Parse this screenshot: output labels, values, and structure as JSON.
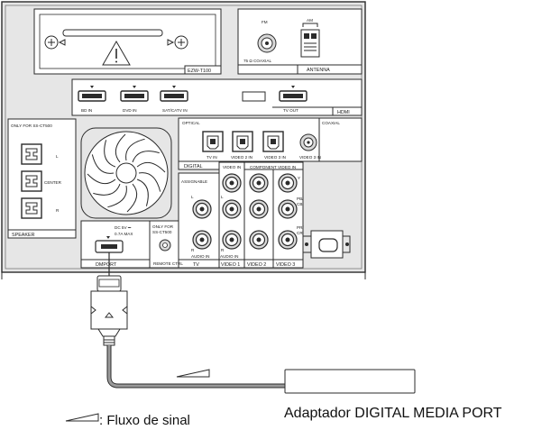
{
  "colors": {
    "panel": "#e6e6e6",
    "outline": "#2b2b2b",
    "cable": "#9a9a9a"
  },
  "module_slot": {
    "label": "EZW-T100"
  },
  "antenna": {
    "label": "ANTENNA",
    "fm_label": "FM",
    "am_label": "AM",
    "coaxial_label": "75 Ω COAXIAL"
  },
  "hdmi": {
    "label": "HDMI",
    "ports": [
      "BD IN",
      "DVD IN",
      "SAT/CATV IN",
      "TV OUT"
    ]
  },
  "digital": {
    "label": "DIGITAL",
    "optical_label": "OPTICAL",
    "coaxial_label": "COAXIAL",
    "optical_ports": [
      "TV IN",
      "VIDEO 2 IN",
      "VIDEO 3 IN"
    ],
    "coaxial_port": "VIDEO 3 IN"
  },
  "speaker": {
    "label": "SPEAKER",
    "note": "ONLY FOR SS-CT500",
    "channels": [
      "L",
      "CENTER",
      "R"
    ]
  },
  "dmport": {
    "label": "DMPORT",
    "rating": "DC 5V ⎓",
    "current": "0.7A MAX"
  },
  "remote": {
    "label": "REMOTE CTRL",
    "note_line1": "ONLY FOR",
    "note_line2": "SS-CT500"
  },
  "audio": {
    "assignable": "ASSIGNABLE",
    "audio_in": "AUDIO IN",
    "left": "L",
    "right": "R"
  },
  "video": {
    "video_in": "VIDEO IN",
    "component": "COMPONENT VIDEO IN",
    "y": "Y",
    "pb": "PB/",
    "cb": "CB",
    "pr": "PR/",
    "cr": "CR"
  },
  "groups": [
    "TV",
    "VIDEO 1",
    "VIDEO 2",
    "VIDEO 3"
  ],
  "adapter": {
    "caption": "Adaptador DIGITAL MEDIA PORT"
  },
  "legend": {
    "caption": ": Fluxo de sinal"
  }
}
